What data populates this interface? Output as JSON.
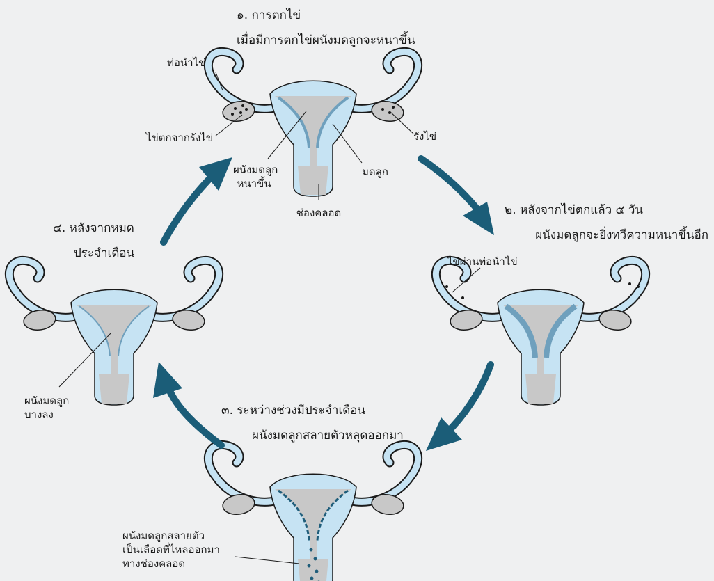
{
  "stages": {
    "s1": {
      "title": "๑. การตกไข่",
      "subtitle": "เมื่อมีการตกไข่ผนังมดลูกจะหนาขึ้น"
    },
    "s2": {
      "title": "๒. หลังจากไข่ตกแล้ว ๕ วัน",
      "subtitle": "ผนังมดลูกจะยิ่งทวีความหนาขึ้นอีก"
    },
    "s3": {
      "title": "๓. ระหว่างช่วงมีประจำเดือน",
      "subtitle": "ผนังมดลูกสลายตัวหลุดออกมา"
    },
    "s4": {
      "title": "๔. หลังจากหมด",
      "subtitle": "ประจำเดือน"
    }
  },
  "labels": {
    "fallopian_tube": "ท่อนำไข่",
    "egg_release": "ไข่ตกจากรังไข่",
    "thick_wall_1": "ผนังมดลูก",
    "thick_wall_2": "หนาขึ้น",
    "uterus": "มดลูก",
    "ovary": "รังไข่",
    "vagina": "ช่องคลอด",
    "egg_in_tube": "ไข่ผ่านท่อนำไข่",
    "thin_wall_1": "ผนังมดลูก",
    "thin_wall_2": "บางลง",
    "blood_1": "ผนังมดลูกสลายตัว",
    "blood_2": "เป็นเลือดที่ไหลออกมา",
    "blood_3": "ทางช่องคลอด"
  },
  "colors": {
    "background": "#eff0f1",
    "uterus_fill": "#c6e3f3",
    "tissue_gray": "#c8c8c8",
    "lining_blue": "#6fa0bd",
    "blood_dark": "#1f5d7a",
    "arrow": "#1b5d78"
  }
}
